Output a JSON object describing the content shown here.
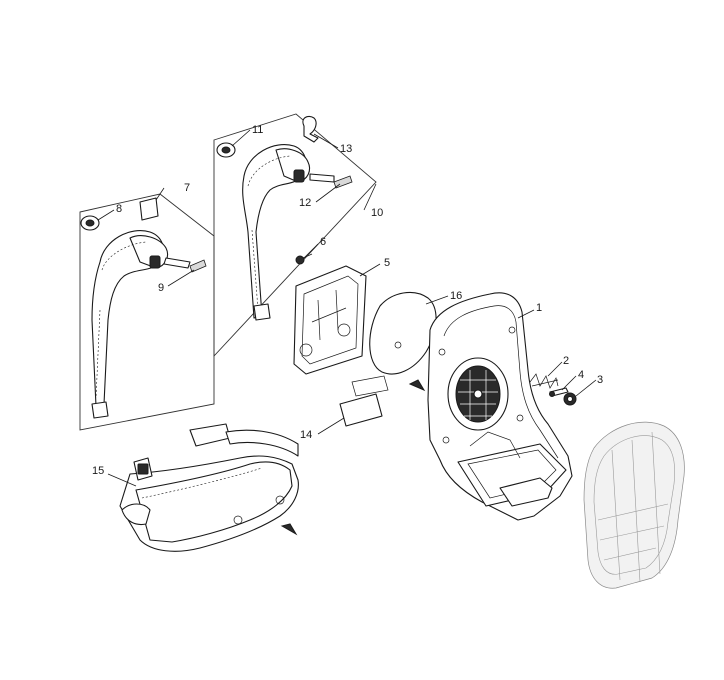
{
  "callouts": {
    "c1": "1",
    "c2": "2",
    "c3": "3",
    "c4": "4",
    "c5": "5",
    "c6": "6",
    "c7": "7",
    "c8": "8",
    "c9": "9",
    "c10": "10",
    "c11": "11",
    "c12": "12",
    "c13": "13",
    "c14": "14",
    "c15": "15",
    "c16": "16"
  },
  "colors": {
    "ink": "#1a1a1a",
    "background": "#ffffff",
    "ghost_housing": "#8a8a8a"
  }
}
